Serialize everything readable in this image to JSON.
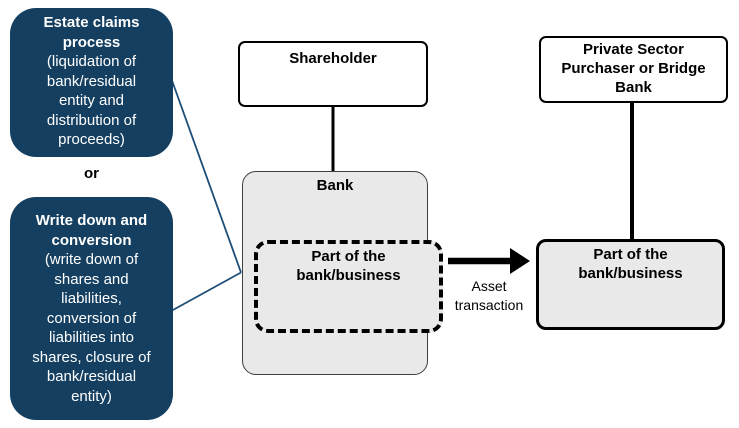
{
  "left_column": {
    "estate_box": {
      "title_lines": [
        "Estate claims",
        "process"
      ],
      "detail_lines": [
        "(liquidation of",
        "bank/residual",
        "entity and",
        "distribution of",
        "proceeds)"
      ]
    },
    "or_label": "or",
    "writedown_box": {
      "title_lines": [
        "Write down and",
        "conversion"
      ],
      "detail_lines": [
        "(write down of",
        "shares and",
        "liabilities,",
        "conversion of",
        "liabilities into",
        "shares, closure of",
        "bank/residual",
        "entity)"
      ]
    }
  },
  "center_column": {
    "shareholder_box": {
      "label": "Shareholder"
    },
    "bank_box": {
      "label": "Bank"
    },
    "part_dashed_box": {
      "label_lines": [
        "Part of the",
        "bank/business"
      ]
    }
  },
  "right_column": {
    "purchaser_box": {
      "label_lines": [
        "Private Sector",
        "Purchaser or Bridge",
        "Bank"
      ]
    },
    "part_solid_box": {
      "label_lines": [
        "Part of the",
        "bank/business"
      ]
    }
  },
  "arrow": {
    "label_lines": [
      "Asset",
      "transaction"
    ]
  },
  "colors": {
    "navy": "#143F60",
    "connector_blue": "#1D4E78",
    "box_grey": "#E9E9E9",
    "border_dark": "#000000",
    "bank_border": "#3F3F3F"
  }
}
